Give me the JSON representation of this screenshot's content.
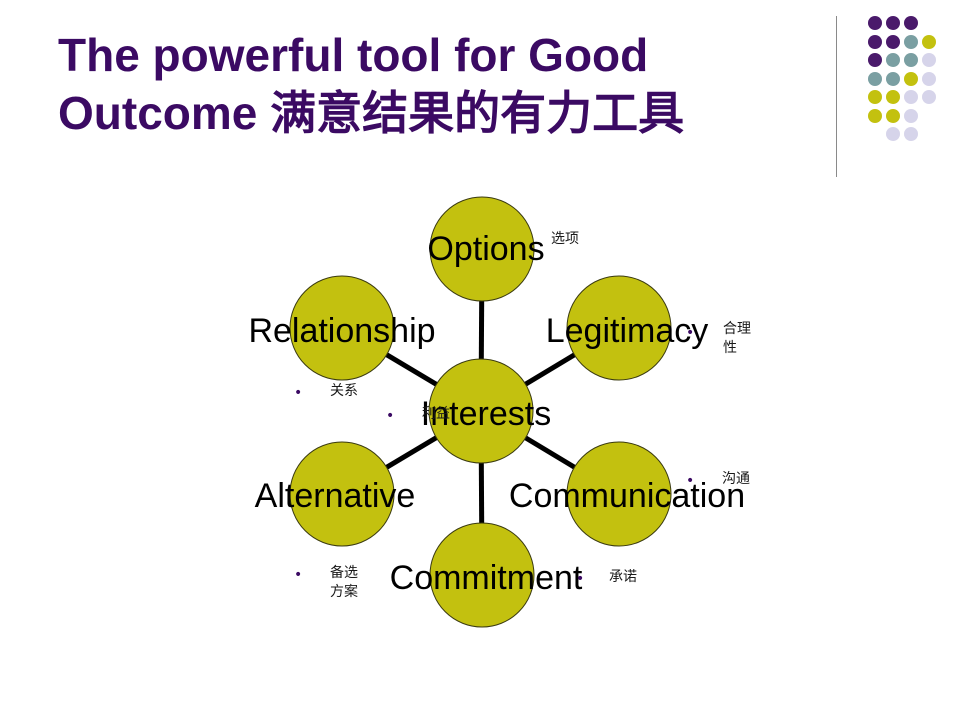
{
  "slide": {
    "title_line1": "The powerful tool for Good",
    "title_line2": "Outcome 满意结果的有力工具"
  },
  "diagram": {
    "center": {
      "label": "Interests",
      "note": "利益"
    },
    "nodes": [
      {
        "id": "options",
        "label": "Options",
        "note": "选项"
      },
      {
        "id": "legitimacy",
        "label": "Legitimacy",
        "note": "合理\n性"
      },
      {
        "id": "communication",
        "label": "Communication",
        "note": "沟通"
      },
      {
        "id": "commitment",
        "label": "Commitment",
        "note": "承诺"
      },
      {
        "id": "alternative",
        "label": "Alternative",
        "note": "备选\n方案"
      },
      {
        "id": "relationship",
        "label": "Relationship",
        "note": "关系"
      }
    ]
  },
  "colors": {
    "title": "#3b0a63",
    "node_fill": "#c3c10f",
    "node_stroke": "#3a3a10",
    "connector": "#000000",
    "bullet": "#3b0a63",
    "dot_purple": "#4a1a6b",
    "dot_teal": "#7a9fa2",
    "dot_olive": "#c3c10f",
    "dot_lavender": "#d6d4ea"
  },
  "decor_dots": {
    "rows": [
      [
        "purple",
        "purple",
        "purple",
        "none"
      ],
      [
        "purple",
        "purple",
        "teal",
        "olive"
      ],
      [
        "purple",
        "teal",
        "teal",
        "lavender"
      ],
      [
        "teal",
        "teal",
        "olive",
        "lavender"
      ],
      [
        "olive",
        "olive",
        "lavender",
        "lavender"
      ],
      [
        "olive",
        "olive",
        "lavender",
        "none"
      ],
      [
        "none",
        "lavender",
        "lavender",
        "none"
      ]
    ]
  }
}
